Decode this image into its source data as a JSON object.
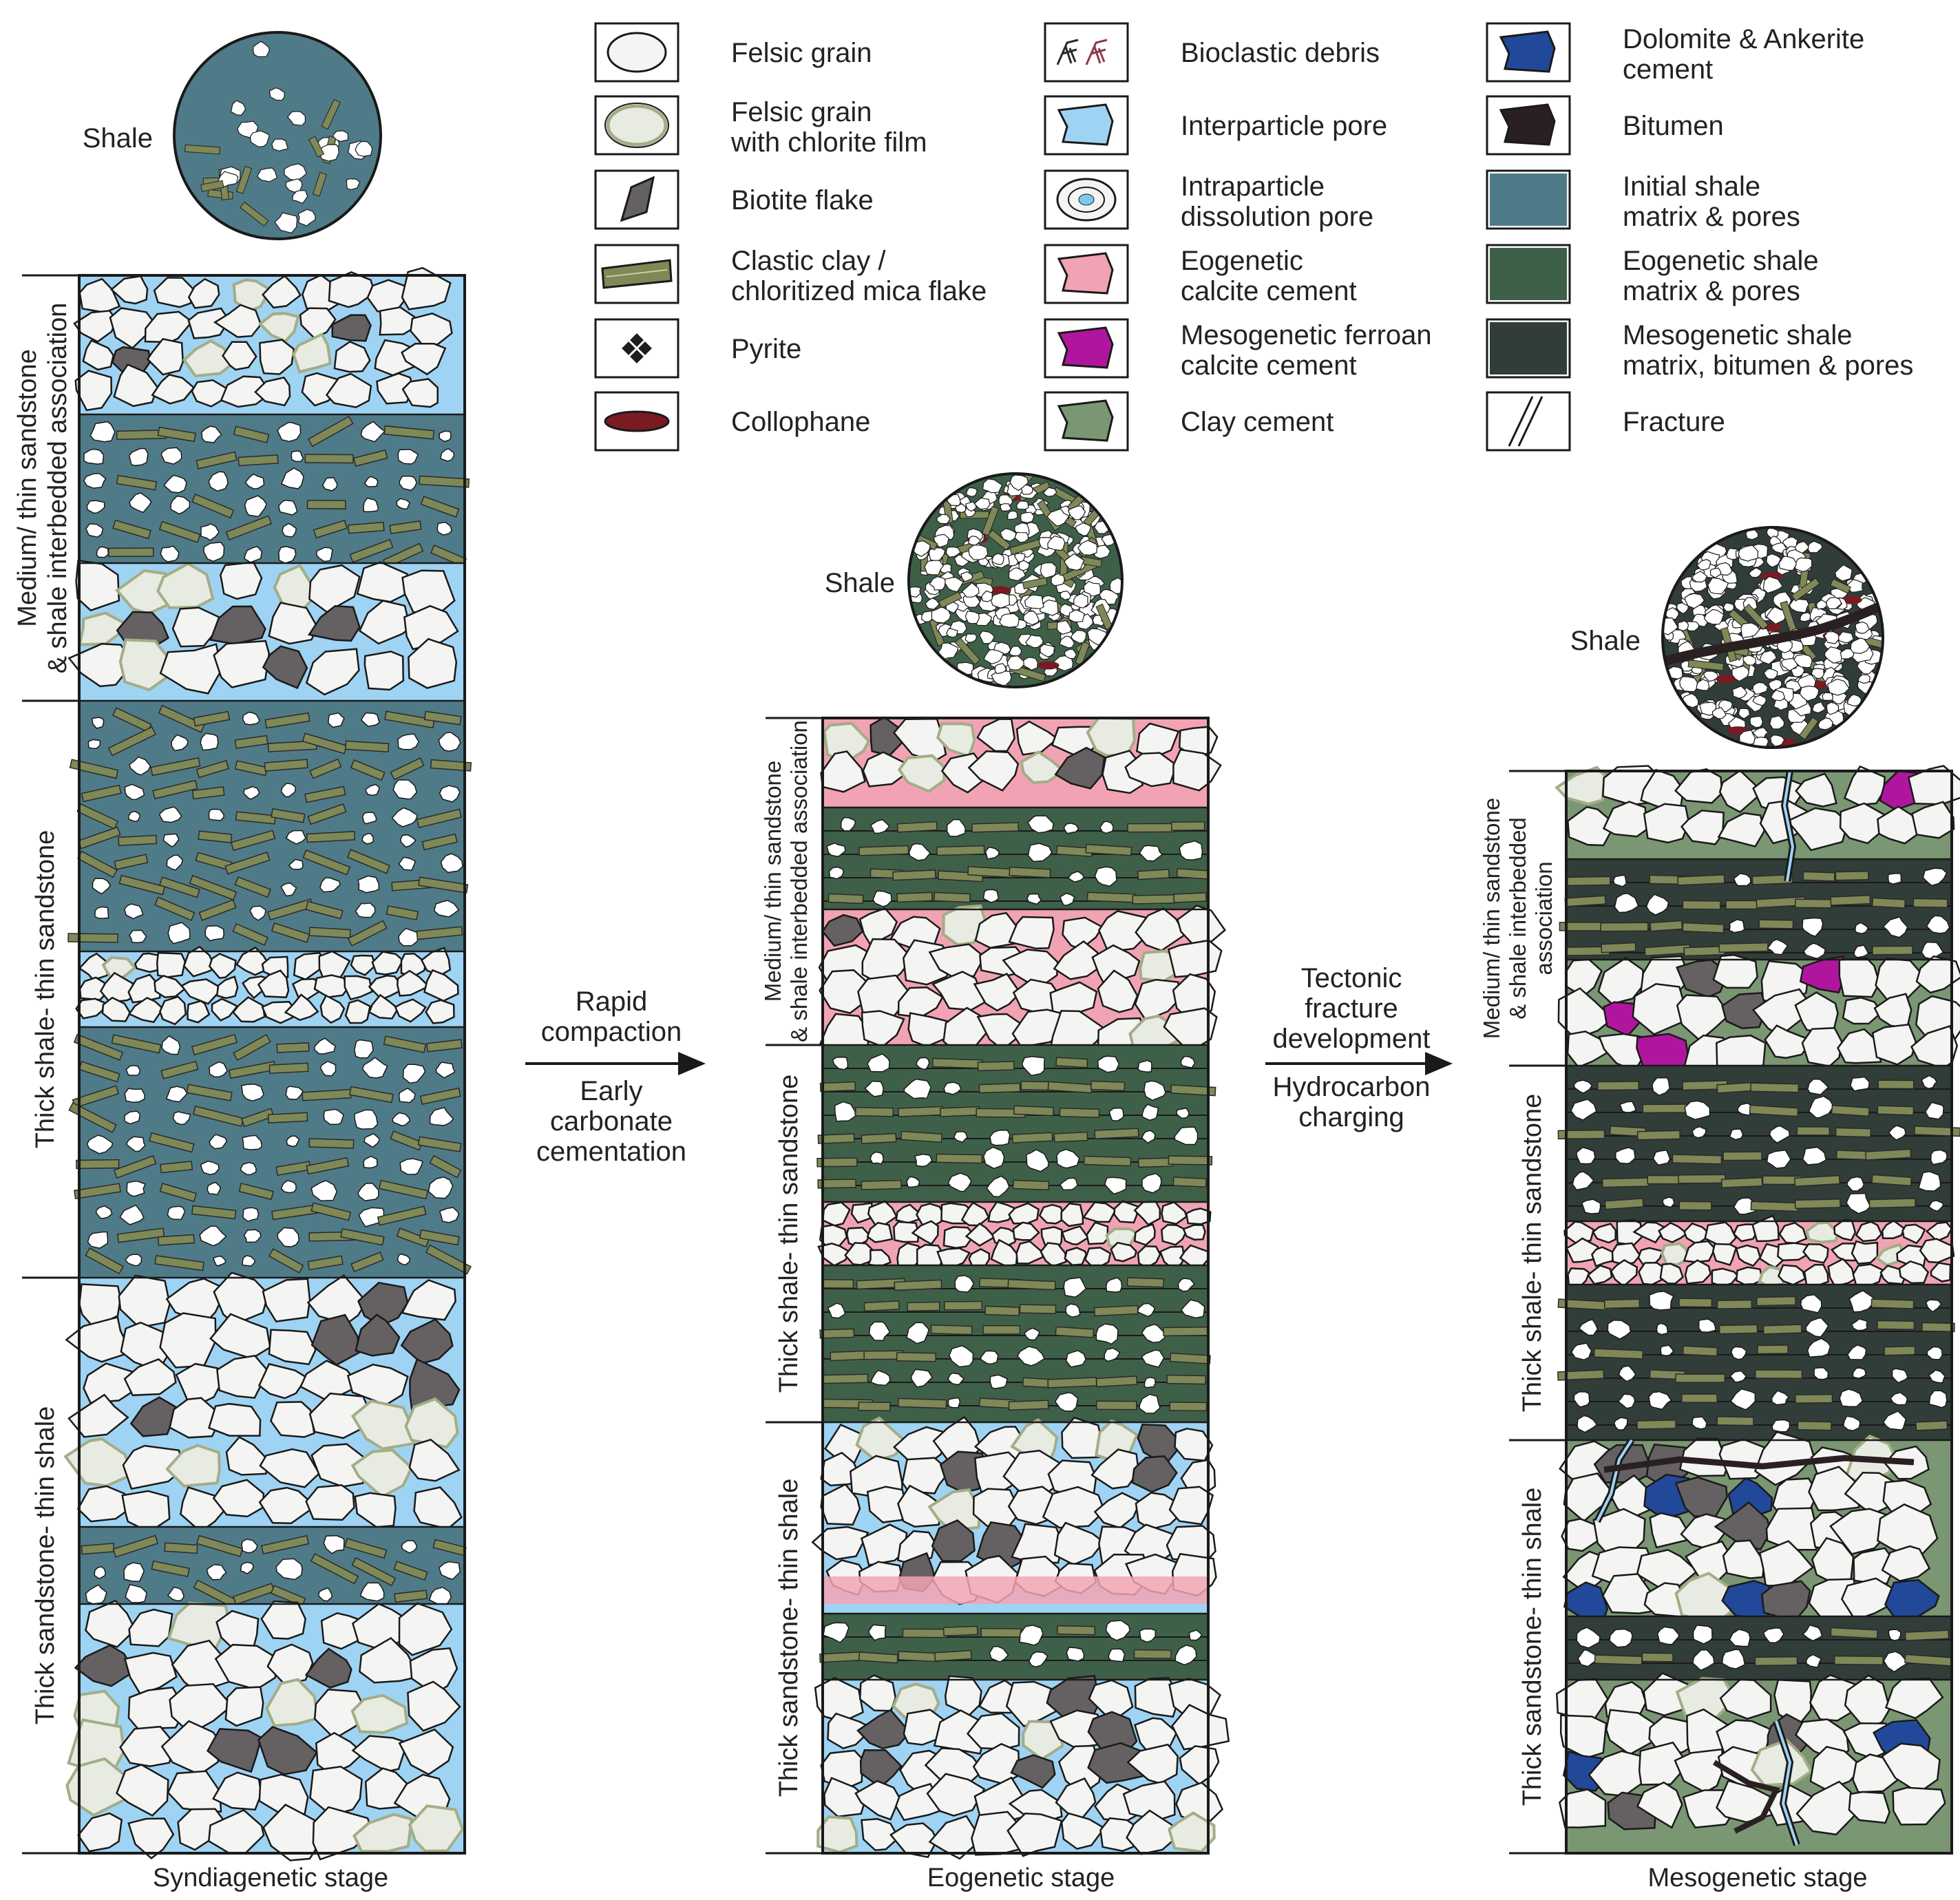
{
  "colors": {
    "felsic_grain": "#f4f5f3",
    "chlorite_film": "#e7ebe2",
    "chlorite_film_edge": "#a3ad86",
    "biotite": "#656062",
    "clay_flake": "#7f8857",
    "pyrite": "#1d1d1d",
    "collophane": "#7a1a22",
    "bioclastic": "#8e3a48",
    "interparticle_pore": "#9fd3f3",
    "intraparticle_pore": "#7ec7ef",
    "eogenetic_calcite": "#f2a3b3",
    "ferroan_calcite": "#b0169d",
    "clay_cement": "#7a9673",
    "dolomite_ankerite": "#22489a",
    "bitumen": "#2a2021",
    "initial_shale": "#4f7b88",
    "eogenetic_shale": "#3f6048",
    "mesogenetic_shale": "#313d38",
    "outline": "#1a1a1a"
  },
  "legend": [
    {
      "label": [
        "Felsic grain"
      ],
      "icon": "felsic-grain"
    },
    {
      "label": [
        "Felsic grain",
        "with chlorite film"
      ],
      "icon": "felsic-grain-chlorite"
    },
    {
      "label": [
        "Biotite flake"
      ],
      "icon": "biotite-flake"
    },
    {
      "label": [
        "Clastic clay /",
        "chloritized mica flake"
      ],
      "icon": "clay-flake"
    },
    {
      "label": [
        "Pyrite"
      ],
      "icon": "pyrite"
    },
    {
      "label": [
        "Collophane"
      ],
      "icon": "collophane"
    },
    {
      "label": [
        "Bioclastic debris"
      ],
      "icon": "bioclastic-debris"
    },
    {
      "label": [
        "Interparticle pore"
      ],
      "icon": "interparticle-pore"
    },
    {
      "label": [
        "Intraparticle",
        "dissolution pore"
      ],
      "icon": "intraparticle-pore"
    },
    {
      "label": [
        "Eogenetic",
        "calcite cement"
      ],
      "icon": "eogenetic-calcite"
    },
    {
      "label": [
        "Mesogenetic ferroan",
        "calcite cement"
      ],
      "icon": "ferroan-calcite"
    },
    {
      "label": [
        "Clay cement"
      ],
      "icon": "clay-cement"
    },
    {
      "label": [
        "Dolomite & Ankerite",
        "cement"
      ],
      "icon": "dolomite-ankerite"
    },
    {
      "label": [
        "Bitumen"
      ],
      "icon": "bitumen"
    },
    {
      "label": [
        "Initial shale",
        "matrix & pores"
      ],
      "icon": "initial-shale"
    },
    {
      "label": [
        "Eogenetic shale",
        "matrix & pores"
      ],
      "icon": "eogenetic-shale"
    },
    {
      "label": [
        "Mesogenetic shale",
        "matrix, bitumen & pores"
      ],
      "icon": "mesogenetic-shale"
    },
    {
      "label": [
        "Fracture"
      ],
      "icon": "fracture"
    }
  ],
  "shale_label": "Shale",
  "association_labels": {
    "medium": [
      "Medium/ thin sandstone",
      "& shale interbedded association"
    ],
    "medium_meso": [
      "Medium/ thin sandstone",
      "& shale interbedded",
      "association"
    ],
    "thick_shale": "Thick shale- thin sandstone",
    "thick_sandstone": "Thick sandstone- thin shale"
  },
  "arrows": {
    "first_above": [
      "Rapid",
      "compaction"
    ],
    "first_below": [
      "Early",
      "carbonate",
      "cementation"
    ],
    "second_above": [
      "Tectonic",
      "fracture",
      "development"
    ],
    "second_below": [
      "Hydrocarbon",
      "charging"
    ]
  },
  "stages": [
    "Syndiagenetic stage",
    "Eogenetic stage",
    "Mesogenetic stage"
  ]
}
